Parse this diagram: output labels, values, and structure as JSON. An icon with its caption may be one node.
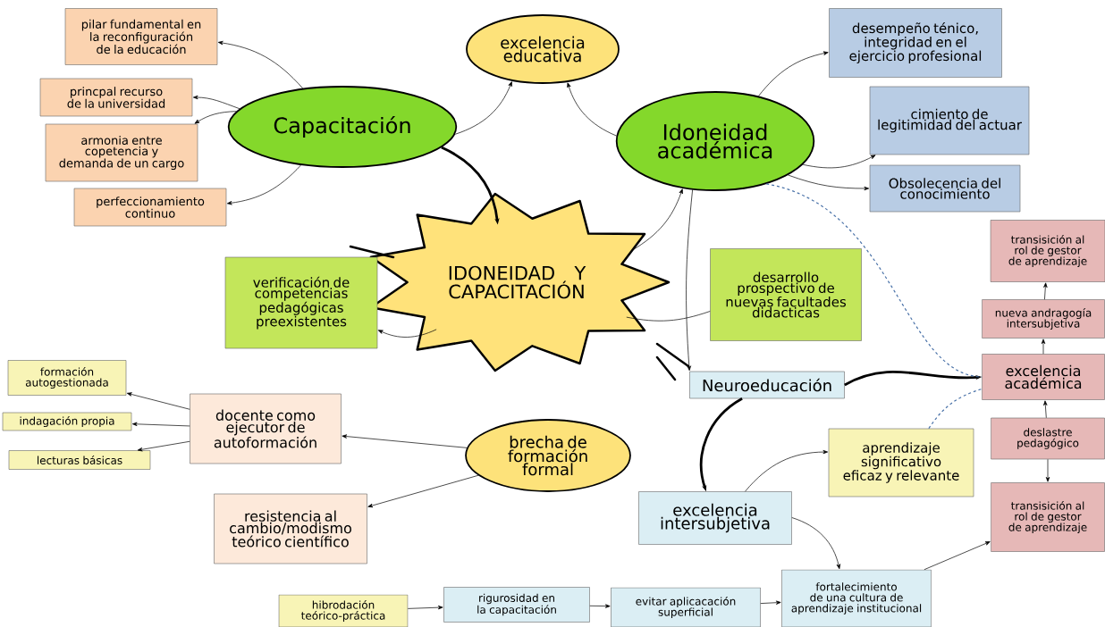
{
  "diagram": {
    "nodes": [
      {
        "text": [
          "IDONEIDAD Y CAPACITACIÓN"
        ]
      },
      {
        "text": [
          "Capacitación"
        ]
      },
      {
        "text": [
          "excelencia educativa"
        ]
      },
      {
        "text": [
          "Idoneidad académica"
        ]
      },
      {
        "text": [
          "pilar fundamental en la reconfiguración de la educación"
        ]
      },
      {
        "text": [
          "princpal recurso de la universidad"
        ]
      },
      {
        "text": [
          "armonia entre copetencia y demanda de un cargo"
        ]
      },
      {
        "text": [
          "perfeccionamiento continuo"
        ]
      },
      {
        "text": [
          "desempeño ténico, integridad en el ejercicio profesional"
        ]
      },
      {
        "text": [
          "cimiento de legitimidad del actuar"
        ]
      },
      {
        "text": [
          "Obsolecencia del conocimiento"
        ]
      },
      {
        "text": [
          "verificación de competencias pedagógicas preexistentes"
        ]
      },
      {
        "text": [
          "desarrollo prospectivo de nuevas facultades didacticas"
        ]
      },
      {
        "text": [
          "Neuroeducación"
        ]
      },
      {
        "text": [
          "transisición al rol de gestor de aprendizaje"
        ]
      },
      {
        "text": [
          "nueva andragogía intersubjetiva"
        ]
      },
      {
        "text": [
          "excelencia académica"
        ]
      },
      {
        "text": [
          "deslastre pedagógico"
        ]
      },
      {
        "text": [
          "transisición al rol de gestor de aprendizaje"
        ]
      },
      {
        "text": [
          "formación autogestionada"
        ]
      },
      {
        "text": [
          "indagación propia"
        ]
      },
      {
        "text": [
          "lecturas básicas"
        ]
      },
      {
        "text": [
          "docente como ejecutor de autoformación"
        ]
      },
      {
        "text": [
          "brecha de formación formal"
        ]
      },
      {
        "text": [
          "resistencia al cambio/modismo teórico científico"
        ]
      },
      {
        "text": [
          "aprendizaje significativo eficaz y relevante"
        ]
      },
      {
        "text": [
          "excelencia intersubjetiva"
        ]
      },
      {
        "text": [
          "hibrodación teórico-práctica"
        ]
      },
      {
        "text": [
          "rigurosidad en la capacitación"
        ]
      },
      {
        "text": [
          "evitar aplicacación superficial"
        ]
      },
      {
        "text": [
          "fortalecimiento de una cultura de aprendizaje institucional"
        ]
      }
    ],
    "edges": [
      {
        "from": 1,
        "to": 2,
        "arrow": "to"
      },
      {
        "from": 3,
        "to": 2,
        "arrow": "to"
      },
      {
        "from": 1,
        "to": 4,
        "arrow": "to"
      },
      {
        "from": 1,
        "to": 5,
        "arrow": "to"
      },
      {
        "from": 1,
        "to": 6,
        "arrow": "to"
      },
      {
        "from": 1,
        "to": 7,
        "arrow": "to"
      },
      {
        "from": 1,
        "to": 0,
        "arrow": "to",
        "style": "thick"
      },
      {
        "from": 0,
        "to": 3,
        "arrow": "to"
      },
      {
        "from": 3,
        "to": 8,
        "arrow": "to"
      },
      {
        "from": 3,
        "to": 9,
        "arrow": "to"
      },
      {
        "from": 3,
        "to": 10,
        "arrow": "to"
      },
      {
        "from": 0,
        "to": 11,
        "arrow": "to"
      },
      {
        "from": 0,
        "to": 12,
        "arrow": "none"
      },
      {
        "from": 3,
        "to": 13,
        "arrow": "to"
      },
      {
        "from": 13,
        "to": 16,
        "arrow": "to",
        "style": "thick"
      },
      {
        "from": 13,
        "to": 26,
        "arrow": "to",
        "style": "thick"
      },
      {
        "from": 3,
        "to": 16,
        "arrow": "none",
        "style": "dashed",
        "color": "#4a72a8"
      },
      {
        "from": 25,
        "to": 16,
        "arrow": "none",
        "style": "dashed",
        "color": "#4a72a8"
      },
      {
        "from": 26,
        "to": 25,
        "arrow": "to"
      },
      {
        "from": 26,
        "to": 30,
        "arrow": "to"
      },
      {
        "from": 16,
        "to": 15,
        "arrow": "to"
      },
      {
        "from": 15,
        "to": 14,
        "arrow": "to"
      },
      {
        "from": 17,
        "to": 16,
        "arrow": "to"
      },
      {
        "from": 17,
        "to": 18,
        "arrow": "to"
      },
      {
        "from": 30,
        "to": 18,
        "arrow": "to"
      },
      {
        "from": 27,
        "to": 28,
        "arrow": "to"
      },
      {
        "from": 28,
        "to": 29,
        "arrow": "to"
      },
      {
        "from": 29,
        "to": 30,
        "arrow": "to"
      },
      {
        "from": 23,
        "to": 22,
        "arrow": "to"
      },
      {
        "from": 23,
        "to": 24,
        "arrow": "to"
      },
      {
        "from": 22,
        "to": 19,
        "arrow": "to"
      },
      {
        "from": 22,
        "to": 20,
        "arrow": "to"
      },
      {
        "from": 22,
        "to": 21,
        "arrow": "to"
      }
    ]
  }
}
